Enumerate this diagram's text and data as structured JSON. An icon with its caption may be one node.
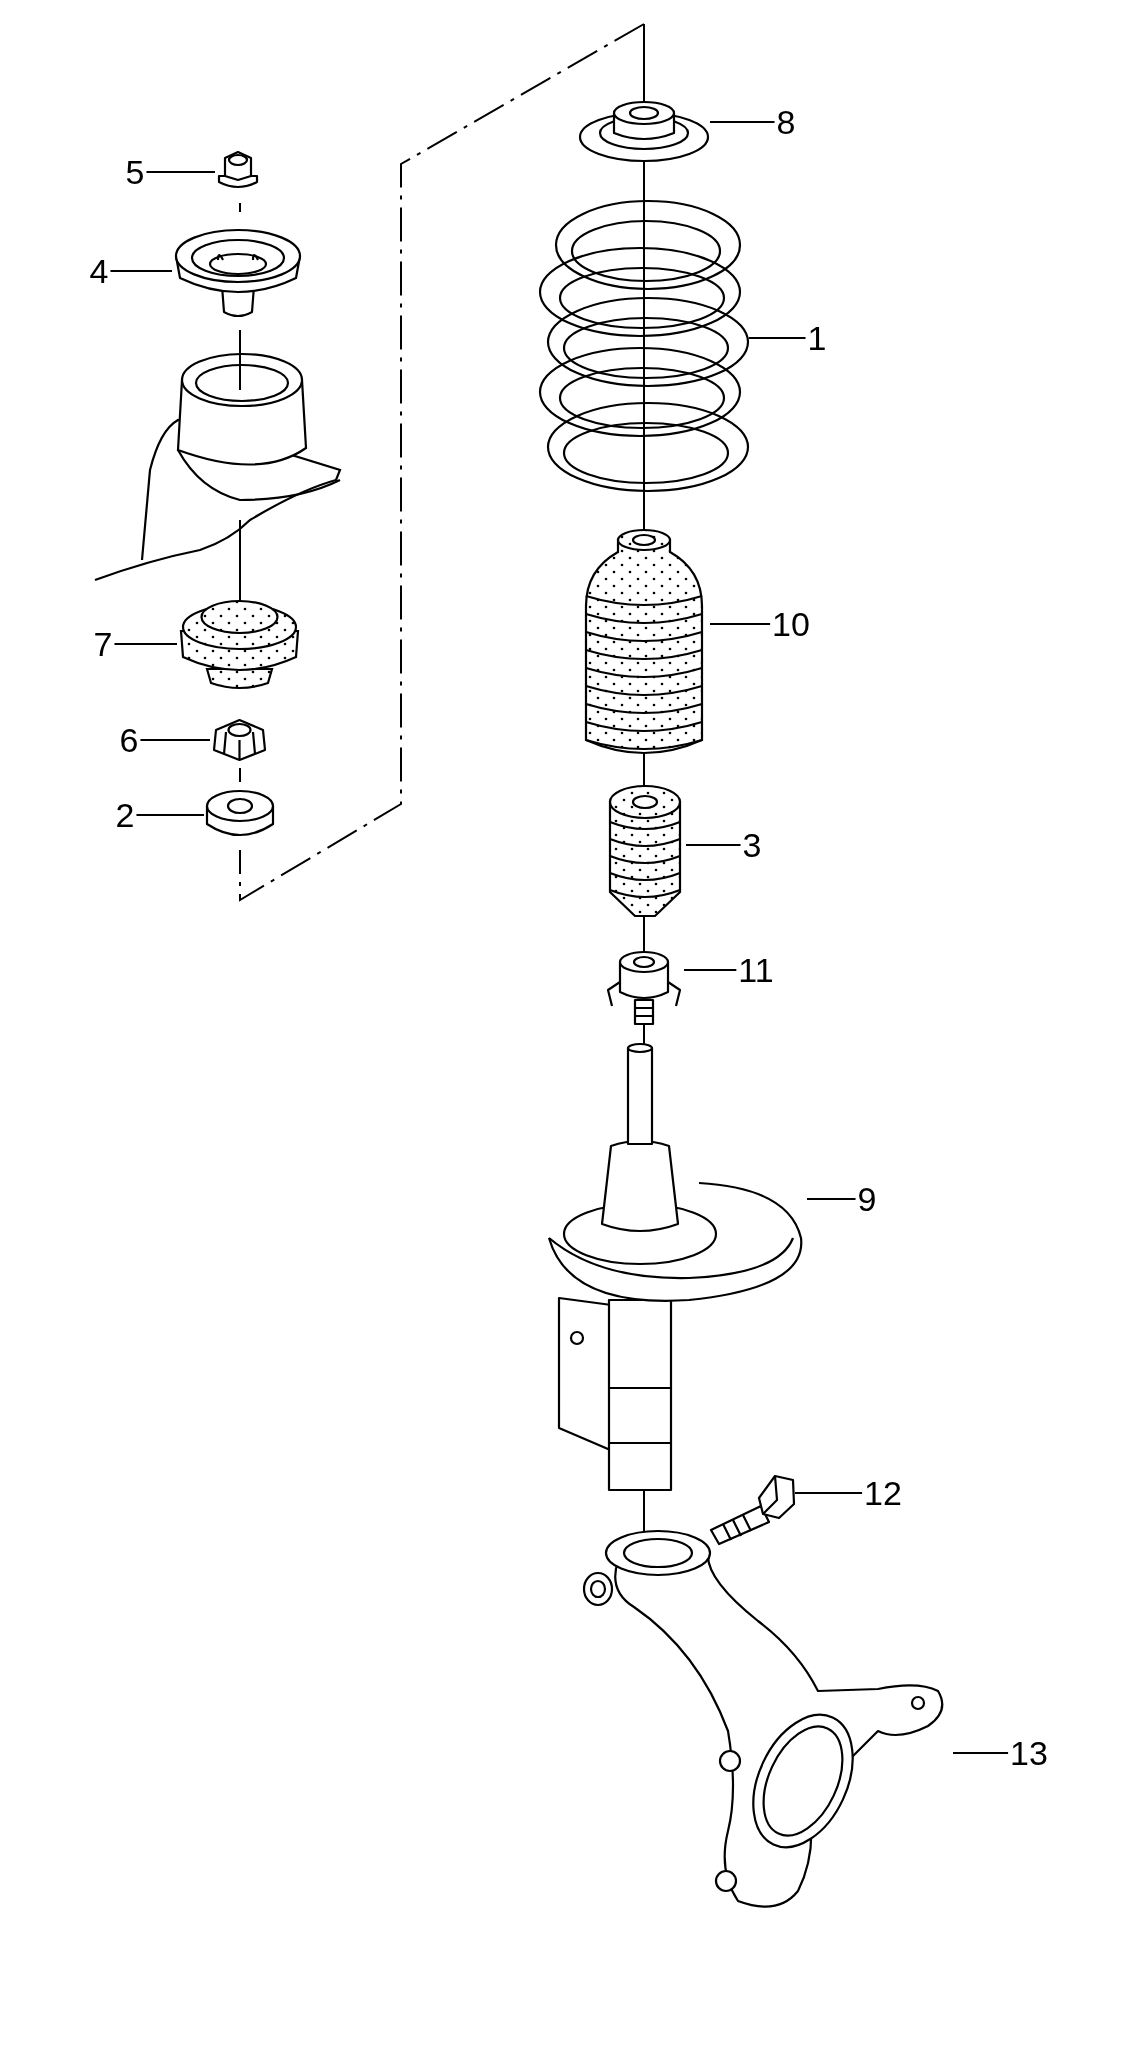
{
  "diagram": {
    "nodes": [
      {
        "text": [
          "8"
        ]
      },
      {
        "text": [
          "5"
        ]
      },
      {
        "text": [
          "4"
        ]
      },
      {
        "text": [
          "1"
        ]
      },
      {
        "text": [
          "10"
        ]
      },
      {
        "text": [
          "7"
        ]
      },
      {
        "text": [
          "6"
        ]
      },
      {
        "text": [
          "2"
        ]
      },
      {
        "text": [
          "3"
        ]
      },
      {
        "text": [
          "11"
        ]
      },
      {
        "text": [
          "9"
        ]
      },
      {
        "text": [
          "12"
        ]
      },
      {
        "text": [
          "13"
        ]
      },
      {
        "text": [],
        "shape": "picture"
      },
      {
        "text": [],
        "shape": "picture"
      },
      {
        "text": [],
        "shape": "picture"
      },
      {
        "text": [],
        "shape": "picture"
      },
      {
        "text": [],
        "shape": "picture"
      },
      {
        "text": [],
        "shape": "picture"
      },
      {
        "text": [],
        "shape": "picture"
      },
      {
        "text": [],
        "shape": "picture"
      },
      {
        "text": [],
        "shape": "picture"
      },
      {
        "text": [],
        "shape": "picture"
      },
      {
        "text": [],
        "shape": "picture"
      },
      {
        "text": [],
        "shape": "picture"
      },
      {
        "text": [],
        "shape": "picture"
      }
    ],
    "edges": [
      {
        "from": 0,
        "to": 13,
        "arrow": "none"
      },
      {
        "from": 1,
        "to": 14,
        "arrow": "none"
      },
      {
        "from": 2,
        "to": 15,
        "arrow": "none"
      },
      {
        "from": 3,
        "to": 16,
        "arrow": "none"
      },
      {
        "from": 4,
        "to": 17,
        "arrow": "none"
      },
      {
        "from": 5,
        "to": 18,
        "arrow": "none"
      },
      {
        "from": 6,
        "to": 19,
        "arrow": "none"
      },
      {
        "from": 7,
        "to": 20,
        "arrow": "none"
      },
      {
        "from": 8,
        "to": 21,
        "arrow": "none"
      },
      {
        "from": 9,
        "to": 22,
        "arrow": "none"
      },
      {
        "from": 10,
        "to": 23,
        "arrow": "none"
      },
      {
        "from": 11,
        "to": 24,
        "arrow": "none"
      },
      {
        "from": 12,
        "to": 25,
        "arrow": "none"
      }
    ]
  }
}
